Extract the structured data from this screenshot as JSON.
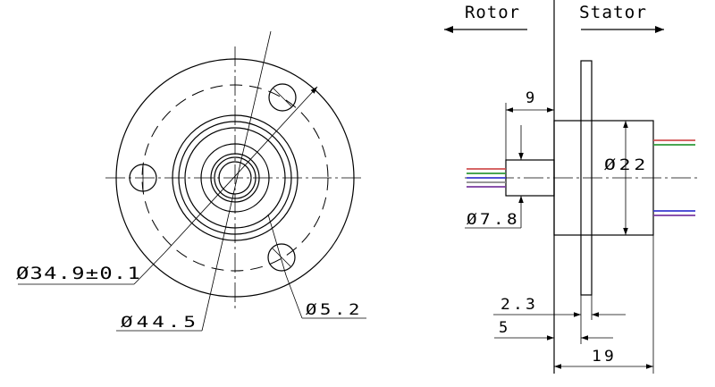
{
  "labels": {
    "rotor": "Rotor",
    "stator": "Stator",
    "d_bolt_circle": "Ø34.9±0.1",
    "d_outer": "Ø44.5",
    "d_hole": "Ø5.2",
    "d_stator": "Ø22",
    "d_rotor": "Ø7.8",
    "dim_9": "9",
    "dim_2_3": "2.3",
    "dim_5": "5",
    "dim_19": "19"
  },
  "wire_colors": {
    "rotor": [
      "#d05050",
      "#2f9a3a",
      "#3a3ad0",
      "#8a8a8a",
      "#7a3aa0"
    ],
    "stator_top": [
      "#d05050",
      "#2f9a3a"
    ],
    "stator_bottom": [
      "#3a3ad0",
      "#7a3aa0"
    ]
  }
}
